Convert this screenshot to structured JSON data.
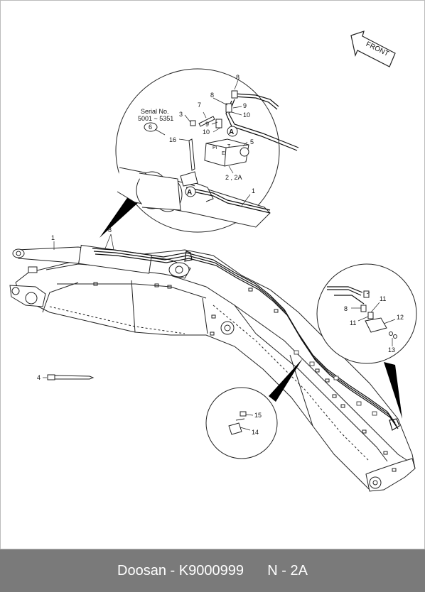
{
  "labels": {
    "front": "FRONT",
    "serial_heading": "Serial No.",
    "serial_range": "5001 ~ 5351",
    "serial_marker": "6",
    "ref_a": "A",
    "port_pi": "Pi",
    "port_e": "E",
    "port_t": "T",
    "callouts": {
      "c1_boom": "1",
      "c1_detail": "1",
      "c2_2a": "2 , 2A",
      "c3": "3",
      "c4": "4",
      "c5": "5",
      "c7": "7",
      "c8_top": "8",
      "c8_mid": "8",
      "c8_boom": "8",
      "c8_right": "8",
      "c9_a": "9",
      "c9_b": "9",
      "c10_a": "10",
      "c10_b": "10",
      "c11_a": "11",
      "c11_b": "11",
      "c12": "12",
      "c13": "13",
      "c14": "14",
      "c15": "15",
      "c16": "16"
    }
  },
  "footer": {
    "brand": "Doosan",
    "part_number": "K9000999",
    "page": "N - 2A"
  }
}
